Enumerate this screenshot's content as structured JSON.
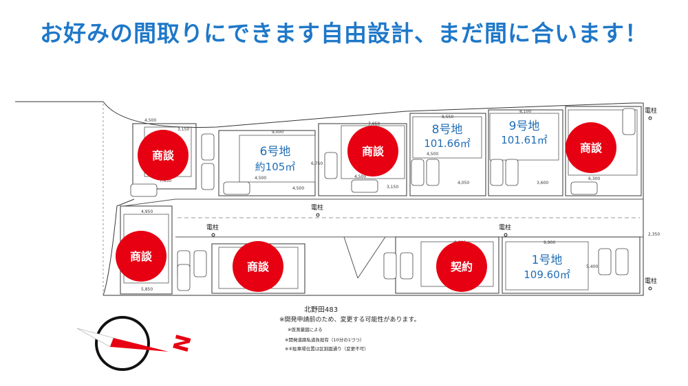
{
  "headline": "お好みの間取りにできます自由設計、まだ間に合います！",
  "lots": [
    {
      "id": "lot-6",
      "title": "6号地",
      "area": "約105㎡"
    },
    {
      "id": "lot-8",
      "title": "8号地",
      "area": "101.66㎡"
    },
    {
      "id": "lot-9",
      "title": "9号地",
      "area": "101.61㎡"
    },
    {
      "id": "lot-1",
      "title": "1号地",
      "area": "109.60㎡"
    }
  ],
  "badges": {
    "negotiating": "商談",
    "contracted": "契約",
    "negotiating_color": "#e60012",
    "contracted_color": "#e60012"
  },
  "poles": [
    "電柱",
    "電柱",
    "電柱",
    "電柱",
    "電柱"
  ],
  "dimensions": {
    "top_left_a": "4,500",
    "top_left_b": "3,150",
    "top_left_c": "7,650",
    "lot6_top": "9,000",
    "lot6_side": "6,750",
    "lot6_bottom_a": "4,500",
    "lot6_bottom_b": "4,500",
    "lot7_top": "7,650",
    "lot7_bottom_a": "4,500",
    "lot7_bottom_b": "3,150",
    "lot8_top": "8,550",
    "lot8_bottom_a": "4,500",
    "lot8_bottom_b": "4,050",
    "lot9_top": "8,100",
    "lot9_bottom": "3,600",
    "lot10_bottom": "6,300",
    "left_top": "4,950",
    "left_bottom": "5,850",
    "lot2_top": "9,900",
    "lot1_top": "9,900",
    "lot1_side": "5,400",
    "right_road": "2,350"
  },
  "location": "北野田483",
  "notes": {
    "main": "※開発申請前のため、変更する可能性があります。",
    "sub1": "※仮測量図による",
    "sub2": "※開発道路私道負担有（10分の1づつ）",
    "sub3": "※④駐車場位置は区割図通り（変更不可）"
  },
  "compass_letter": "N",
  "compass_color": "#e60012"
}
